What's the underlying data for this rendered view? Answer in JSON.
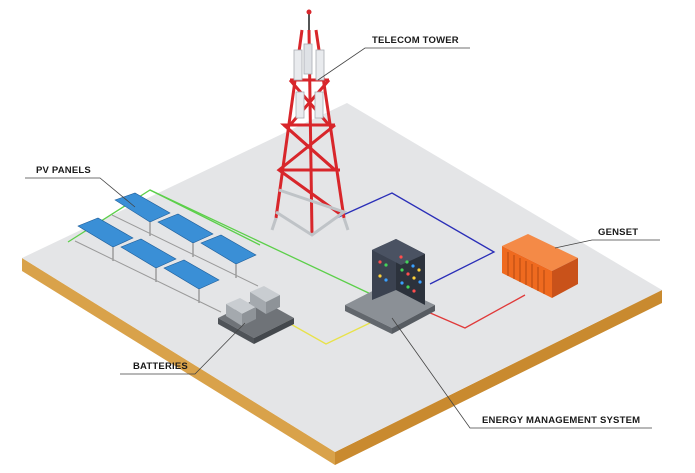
{
  "labels": {
    "telecom_tower": "TELECOM TOWER",
    "pv_panels": "PV PANELS",
    "genset": "GENSET",
    "batteries": "BATTERIES",
    "energy_management_system": "ENERGY MANAGEMENT SYSTEM"
  },
  "colors": {
    "ground_top": "#e4e5e7",
    "ground_side_left": "#d9a24a",
    "ground_side_right": "#c98a2f",
    "tower_red": "#d8262b",
    "tower_white": "#f2f2f2",
    "panel_blue": "#3a8fd6",
    "genset_orange": "#ef6a1f",
    "ems_dark": "#3b4250",
    "pv_wire": "#5ccf4a",
    "tower_wire": "#2b2fb8",
    "genset_wire": "#e03a3a",
    "battery_wire": "#e8e24a",
    "leader_line": "#444444"
  }
}
